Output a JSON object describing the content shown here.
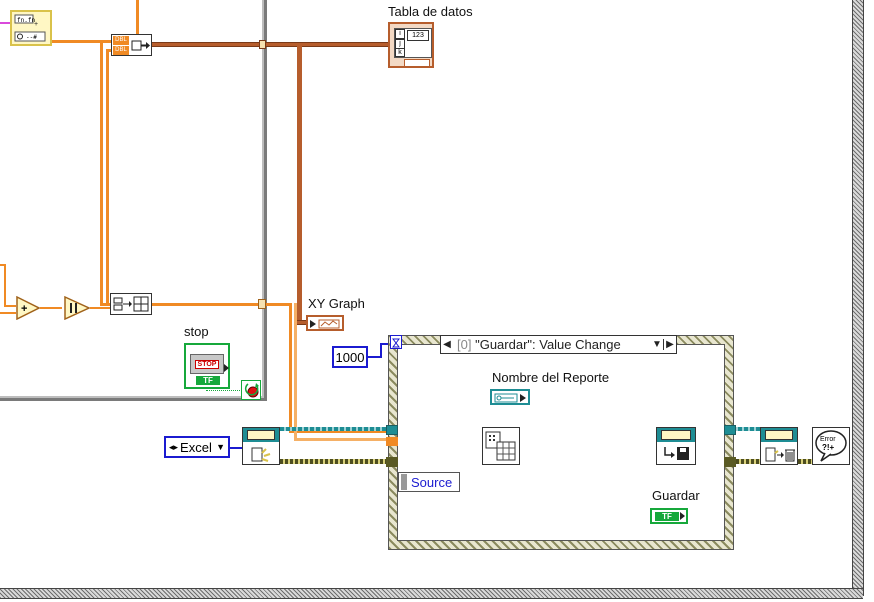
{
  "labels": {
    "tabla_de_datos": "Tabla de datos",
    "xy_graph": "XY Graph",
    "stop": "stop",
    "nombre_del_reporte": "Nombre del Reporte",
    "guardar": "Guardar",
    "source": "Source"
  },
  "constants": {
    "timeout": "1000",
    "report_type": "Excel"
  },
  "event_case": {
    "index": "[0]",
    "name": "\"Guardar\": Value Change"
  },
  "glyphs": {
    "bool_tf": "TF",
    "stop_text": "STOP",
    "dbl": "DBL",
    "table_num": "123",
    "error": "Error",
    "error_sym": "?!+"
  },
  "icons": [
    "formula-node-icon",
    "build-array-icon",
    "table-indicator-icon",
    "add-icon",
    "pause-icon",
    "bundle-icon",
    "xy-graph-indicator-icon",
    "stop-button-icon",
    "stop-terminal-icon",
    "new-report-icon",
    "append-table-to-report-icon",
    "save-report-icon",
    "dispose-report-icon",
    "simple-error-handler-icon",
    "string-control-icon",
    "guardar-boolean-icon",
    "timeout-terminal-icon"
  ],
  "colors": {
    "wire_numeric": "#f08a24",
    "wire_cluster": "#b65d2c",
    "wire_refnum": "#1e8d94",
    "wire_error": "#d8d07a",
    "boolean_green": "#16a83b",
    "constant_blue": "#1b1bd0"
  }
}
